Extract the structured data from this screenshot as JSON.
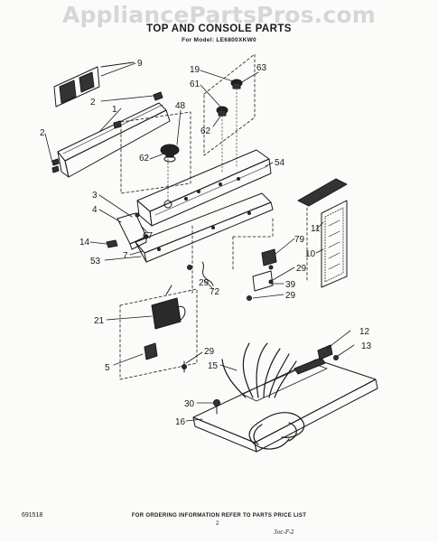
{
  "watermark": "AppliancePartsPros.com",
  "title": "TOP AND CONSOLE PARTS",
  "subtitle": "For Model: LE6800XKW0",
  "footer": "FOR ORDERING INFORMATION REFER TO PARTS PRICE LIST",
  "page_number": "2",
  "doc_number": "691518",
  "signature": "3oc-F-2",
  "part_labels": [
    "9",
    "2",
    "1",
    "2",
    "48",
    "62",
    "19",
    "61",
    "63",
    "62",
    "54",
    "3",
    "4",
    "67",
    "14",
    "7",
    "53",
    "11",
    "79",
    "10",
    "29",
    "39",
    "29",
    "29",
    "72",
    "21",
    "5",
    "29",
    "15",
    "12",
    "13",
    "30",
    "16"
  ]
}
